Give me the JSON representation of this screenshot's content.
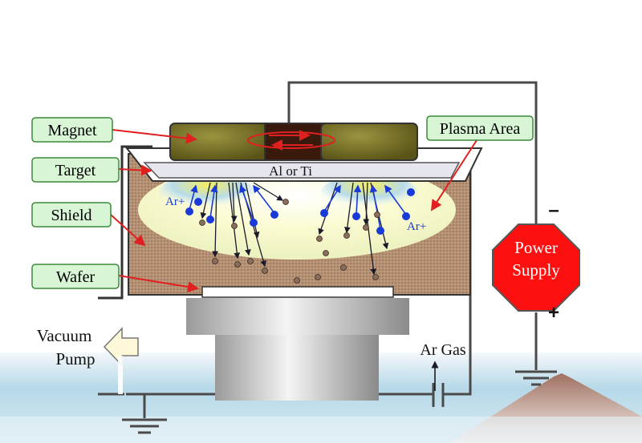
{
  "labels": {
    "magnet": "Magnet",
    "target": "Target",
    "shield": "Shield",
    "wafer": "Wafer",
    "plasma_area": "Plasma Area",
    "target_material": "Al or Ti",
    "ion_left": "Ar+",
    "ion_right": "Ar+",
    "power_supply_line1": "Power",
    "power_supply_line2": "Supply",
    "minus": "–",
    "plus": "+",
    "vacuum_line1": "Vacuum",
    "vacuum_line2": "Pump",
    "ar_gas": "Ar Gas"
  },
  "colors": {
    "label_box_fill": "#d8f5d6",
    "label_box_stroke": "#3a8a3a",
    "magnet": "#7c7628",
    "magnet_core": "#3a1a0c",
    "chamber": "#b08a6c",
    "target": "#e8e8ee",
    "plasma": "#fafac8",
    "ion": "#1a3ad8",
    "atom": "#8a6e5c",
    "power_supply": "#e01010",
    "pointer": "#e02020",
    "water": "#a8d0e4"
  },
  "icons": {
    "vacuum_arrow": "left-arrow-icon",
    "power_supply_shape": "octagon-icon",
    "ground": "ground-icon",
    "gas_inlet": "up-arrow-icon",
    "capacitor": "capacitor-icon"
  }
}
